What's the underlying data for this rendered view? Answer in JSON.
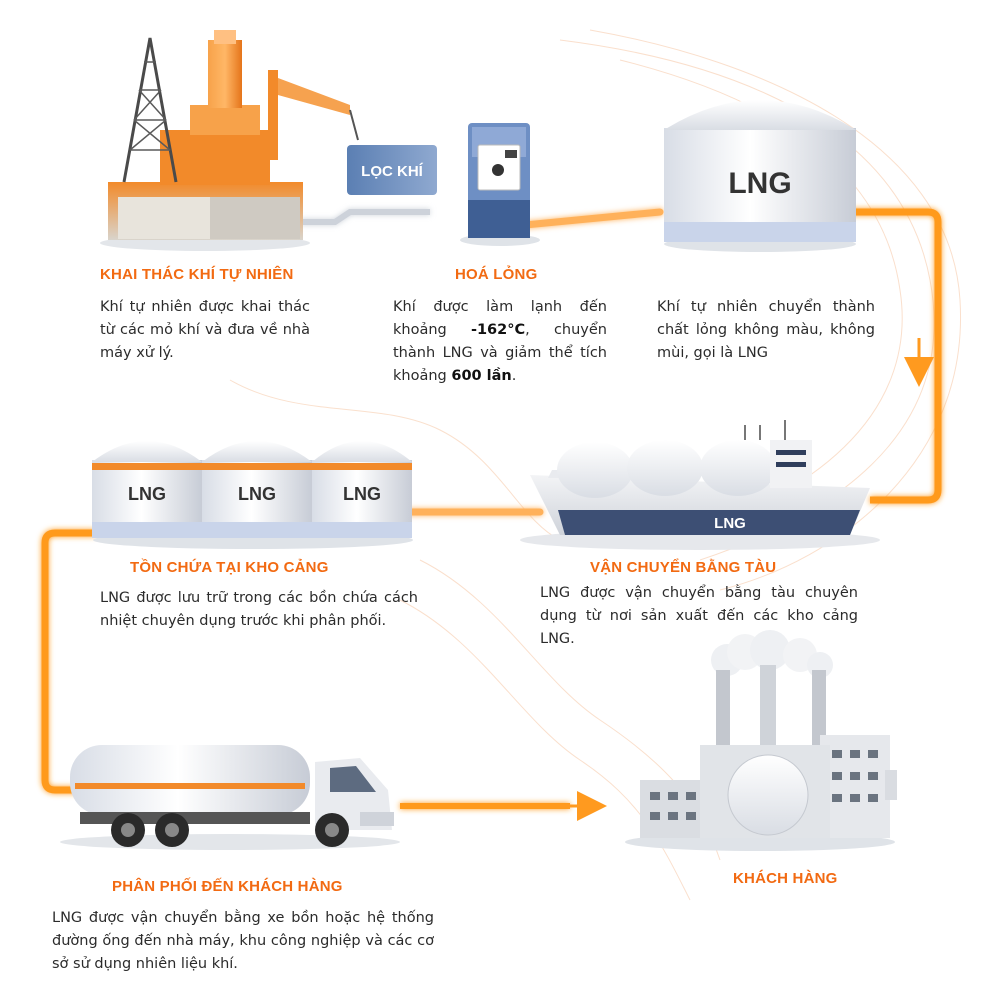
{
  "filter_label": "LỌC KHÍ",
  "tank_label": "LNG",
  "steps": [
    {
      "title": "KHAI THÁC KHÍ TỰ NHIÊN",
      "desc": "Khí tự nhiên được khai thác từ các mỏ khí và đưa về nhà máy xử lý."
    },
    {
      "title": "HOÁ LỎNG",
      "desc_parts": [
        "Khí được làm lạnh đến khoảng ",
        "-162°C",
        ", chuyển thành LNG và giảm thể tích khoảng ",
        "600 lần",
        "."
      ]
    },
    {
      "title": "",
      "desc": "Khí tự nhiên chuyển thành chất lỏng không màu, không mùi, gọi là LNG"
    },
    {
      "title": "VẬN CHUYỂN BẰNG TÀU",
      "desc": "LNG được vận chuyển bằng tàu chuyên dụng từ nơi sản xuất đến các kho cảng LNG."
    },
    {
      "title": "TỒN CHỨA TẠI KHO CẢNG",
      "desc": "LNG được lưu trữ trong các bồn chứa cách nhiệt chuyên dụng trước khi phân phối."
    },
    {
      "title": "PHÂN PHỐI ĐẾN KHÁCH HÀNG",
      "desc": "LNG được vận chuyển bằng xe bồn hoặc hệ thống đường ống đến nhà máy, khu công nghiệp và các cơ sở sử dụng nhiên liệu khí."
    },
    {
      "title": "KHÁCH HÀNG",
      "desc": ""
    }
  ],
  "colors": {
    "accent": "#f26a12",
    "flow": "#ff9a1f",
    "tank_band": "#c9d4ea",
    "tank_text": "#333333",
    "hull_dark": "#3d4f74"
  }
}
